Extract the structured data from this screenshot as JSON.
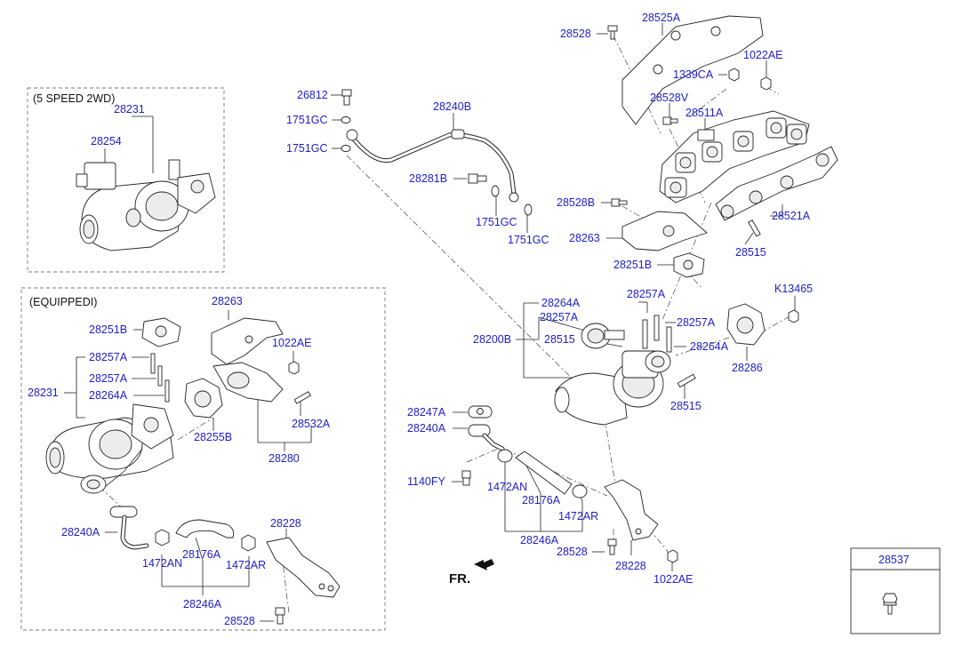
{
  "sections": {
    "five_speed": "(5 SPEED 2WD)",
    "equipped": "(EQUIPPEDI)"
  },
  "direction": "FR.",
  "legend_box": {
    "part": "28537"
  },
  "labels": {
    "p26812": "26812",
    "p1751gc_a": "1751GC",
    "p1751gc_b": "1751GC",
    "p28240b": "28240B",
    "p28281b": "28281B",
    "p1751gc_c": "1751GC",
    "p1751gc_d": "1751GC",
    "p28528_top": "28528",
    "p28525a": "28525A",
    "p1339ca": "1339CA",
    "p1022ae_top": "1022AE",
    "p28528v": "28528V",
    "p28511a": "28511A",
    "p28528b": "28528B",
    "p28521a": "28521A",
    "p28263_top": "28263",
    "p28515_top": "28515",
    "p28251b_top": "28251B",
    "p28264a_c1": "28264A",
    "p28257a_c1": "28257A",
    "p28200b": "28200B",
    "p28515_c1": "28515",
    "p28257a_c2": "28257A",
    "p28257a_c3": "28257A",
    "p28264a_c2": "28264A",
    "pk13465": "K13465",
    "p28286": "28286",
    "p28515_c2": "28515",
    "p28247a": "28247A",
    "p28240a_c": "28240A",
    "p1140fy": "1140FY",
    "p1472an_c": "1472AN",
    "p28176a_c": "28176A",
    "p1472ar_c": "1472AR",
    "p28246a_c": "28246A",
    "p28528_c": "28528",
    "p28228_c": "28228",
    "p1022ae_c": "1022AE",
    "p28231_top": "28231",
    "p28254": "28254",
    "p28263_l": "28263",
    "p28251b_l": "28251B",
    "p1022ae_l": "1022AE",
    "p28257a_l1": "28257A",
    "p28257a_l2": "28257A",
    "p28231_l": "28231",
    "p28264a_l": "28264A",
    "p28532a": "28532A",
    "p28255b": "28255B",
    "p28280": "28280",
    "p28240a_l": "28240A",
    "p28228_l": "28228",
    "p1472an_l": "1472AN",
    "p28176a_l": "28176A",
    "p1472ar_l": "1472AR",
    "p28246a_l": "28246A",
    "p28528_l": "28528"
  }
}
